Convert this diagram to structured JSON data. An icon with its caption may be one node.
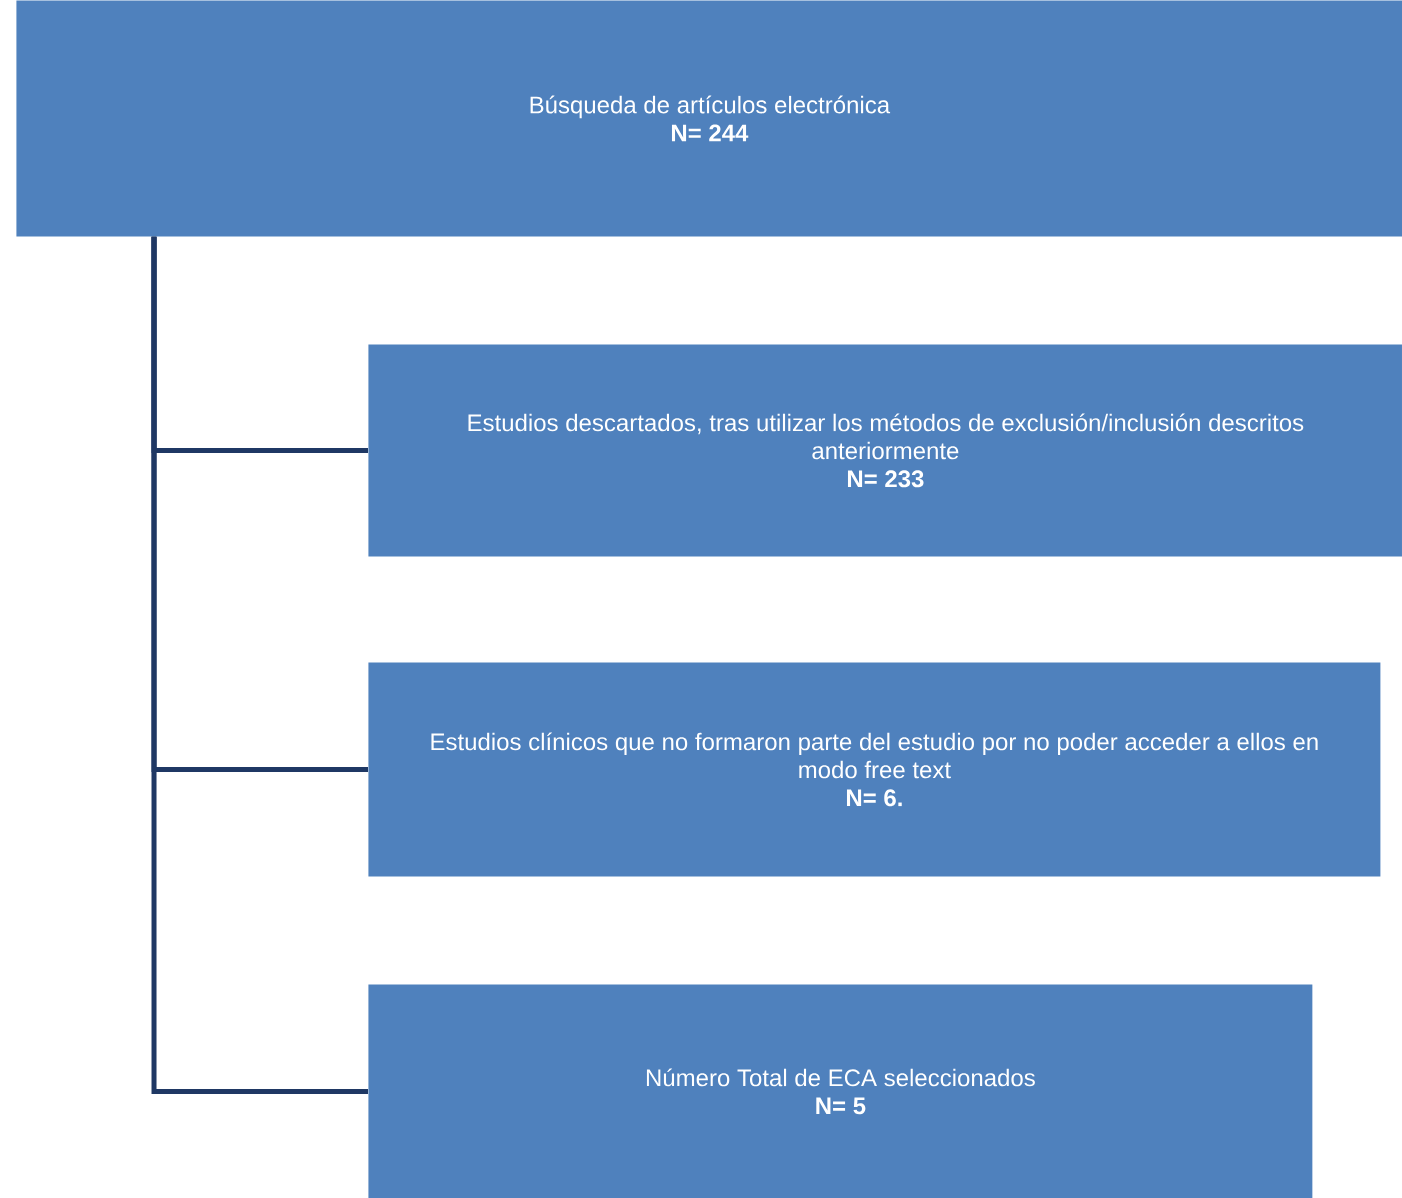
{
  "diagram": {
    "nodes": [
      {
        "text": [
          "Búsqueda de artículos electrónica",
          "N= 244"
        ]
      },
      {
        "text": [
          "Estudios descartados, tras utilizar los métodos de exclusión/inclusión descritos anteriormente",
          "N= 233"
        ]
      },
      {
        "text": [
          "Estudios clínicos que no formaron parte del estudio por no poder acceder a ellos en modo free text",
          "N= 6."
        ]
      },
      {
        "text": [
          "Número Total de ECA seleccionados",
          "N= 5"
        ]
      }
    ],
    "edges": [
      {
        "from": 0,
        "to": 1,
        "arrow": "none"
      },
      {
        "from": 0,
        "to": 2,
        "arrow": "none"
      },
      {
        "from": 0,
        "to": 3,
        "arrow": "none"
      }
    ]
  }
}
